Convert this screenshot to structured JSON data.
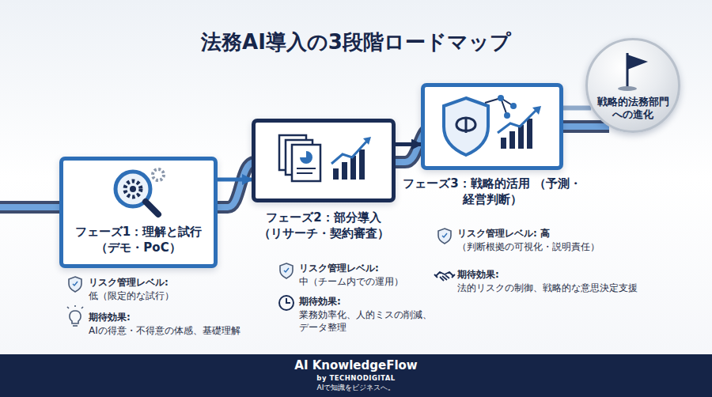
{
  "diagram": {
    "title": "法務AI導入の3段階ロードマップ",
    "nodes": [
      {
        "text": [
          "フェーズ1：理解と試行 （デモ・PoC）"
        ]
      },
      {
        "text": [
          "フェーズ2：部分導入 （リサーチ・契約審査）"
        ]
      },
      {
        "text": [
          "フェーズ3：戦略的活用 （予測・経営判断）"
        ]
      },
      {
        "text": [
          "戦略的法務部門への進化"
        ]
      },
      {
        "text": [
          "AI KnowledgeFlow",
          "by TECHNODIGITAL",
          "AIで知識をビジネスへ。"
        ]
      }
    ],
    "edges": [
      {
        "from": 0,
        "to": 1,
        "arrow": "to"
      },
      {
        "from": 1,
        "to": 2,
        "arrow": "to"
      },
      {
        "from": 2,
        "to": 3,
        "arrow": "none"
      }
    ],
    "labels": [
      "リスク管理レベル:",
      "低（限定的な試行）",
      "期待効果:",
      "AIの得意・不得意の体感、基礎理解",
      "リスク管理レベル:",
      "中（チーム内での運用）",
      "期待効果:",
      "業務効率化、人的ミスの削減、 データ整理",
      "リスク管理レベル: 高",
      "（判断根拠の可視化・説明責任）",
      "期待効果:",
      "法的リスクの制御、戦略的な意思決定支援"
    ]
  }
}
